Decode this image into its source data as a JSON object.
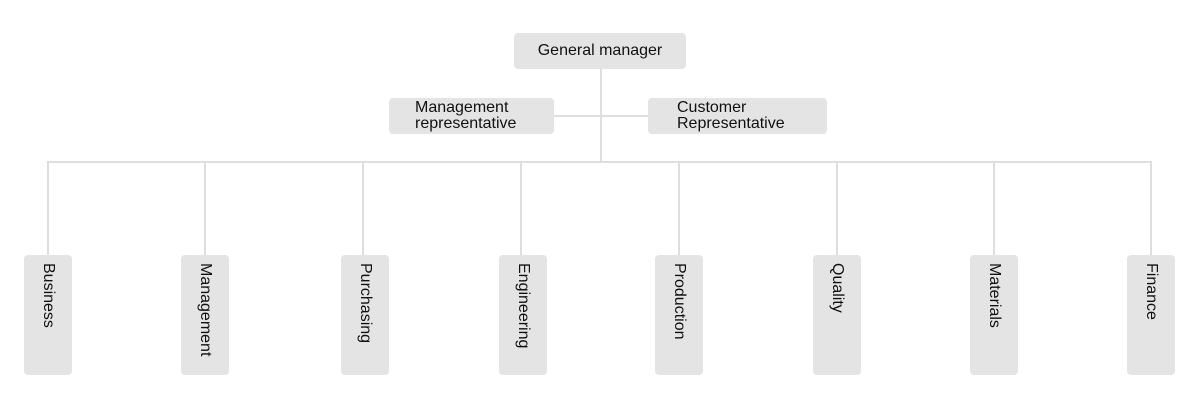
{
  "top": {
    "label": "General manager"
  },
  "side_nodes": [
    {
      "lines": [
        "Management",
        "representative"
      ]
    },
    {
      "lines": [
        "Customer",
        "Representative"
      ]
    }
  ],
  "departments": [
    {
      "label": "Business"
    },
    {
      "label": "Management"
    },
    {
      "label": "Purchasing"
    },
    {
      "label": "Engineering"
    },
    {
      "label": "Production"
    },
    {
      "label": "Quality"
    },
    {
      "label": "Materials"
    },
    {
      "label": "Finance"
    }
  ],
  "colors": {
    "node_fill": "#e4e4e4",
    "connector": "#dedede",
    "text": "#111111"
  }
}
